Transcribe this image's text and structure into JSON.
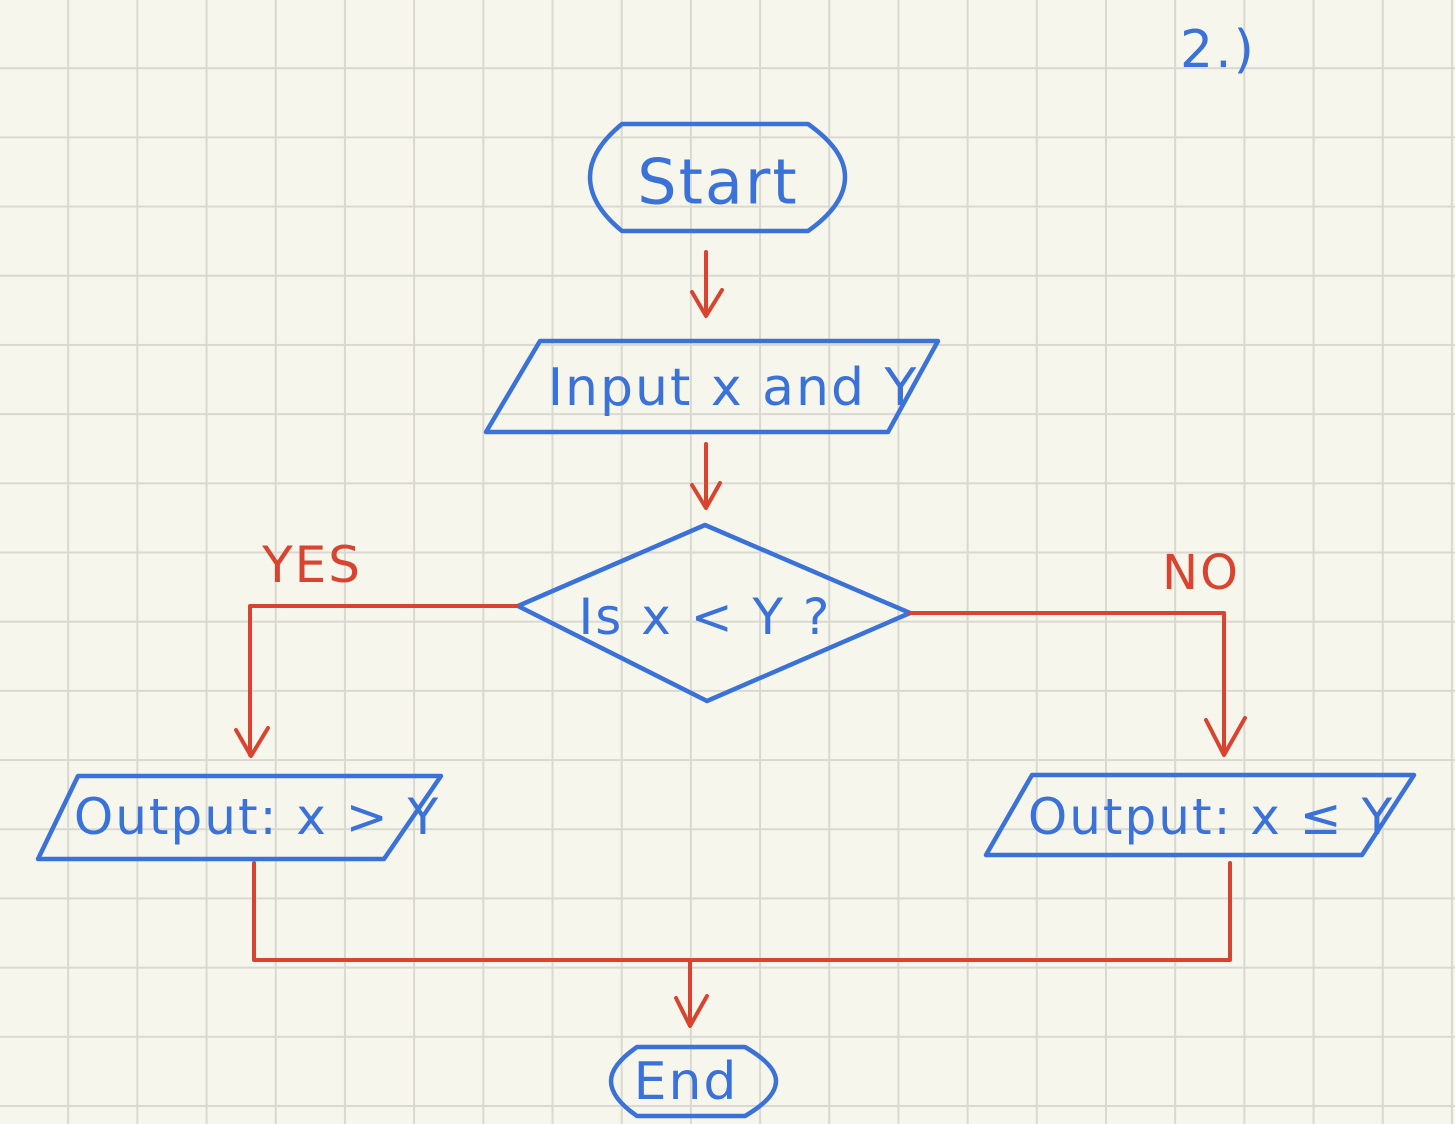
{
  "diagram": {
    "problem_number": "2.)",
    "nodes": {
      "start": "Start",
      "input": "Input x and Y",
      "decision": "Is x < Y ?",
      "output_yes": "Output: x > Y",
      "output_no": "Output: x ≤ Y",
      "end": "End"
    },
    "branches": {
      "yes": "YES",
      "no": "NO"
    }
  },
  "colors": {
    "shape_stroke": "#3b72d9",
    "node_text": "#3b72d9",
    "connector": "#d9432f",
    "branch_text": "#d9432f",
    "grid": "#d9d9d2",
    "paper": "#f7f6ec"
  }
}
